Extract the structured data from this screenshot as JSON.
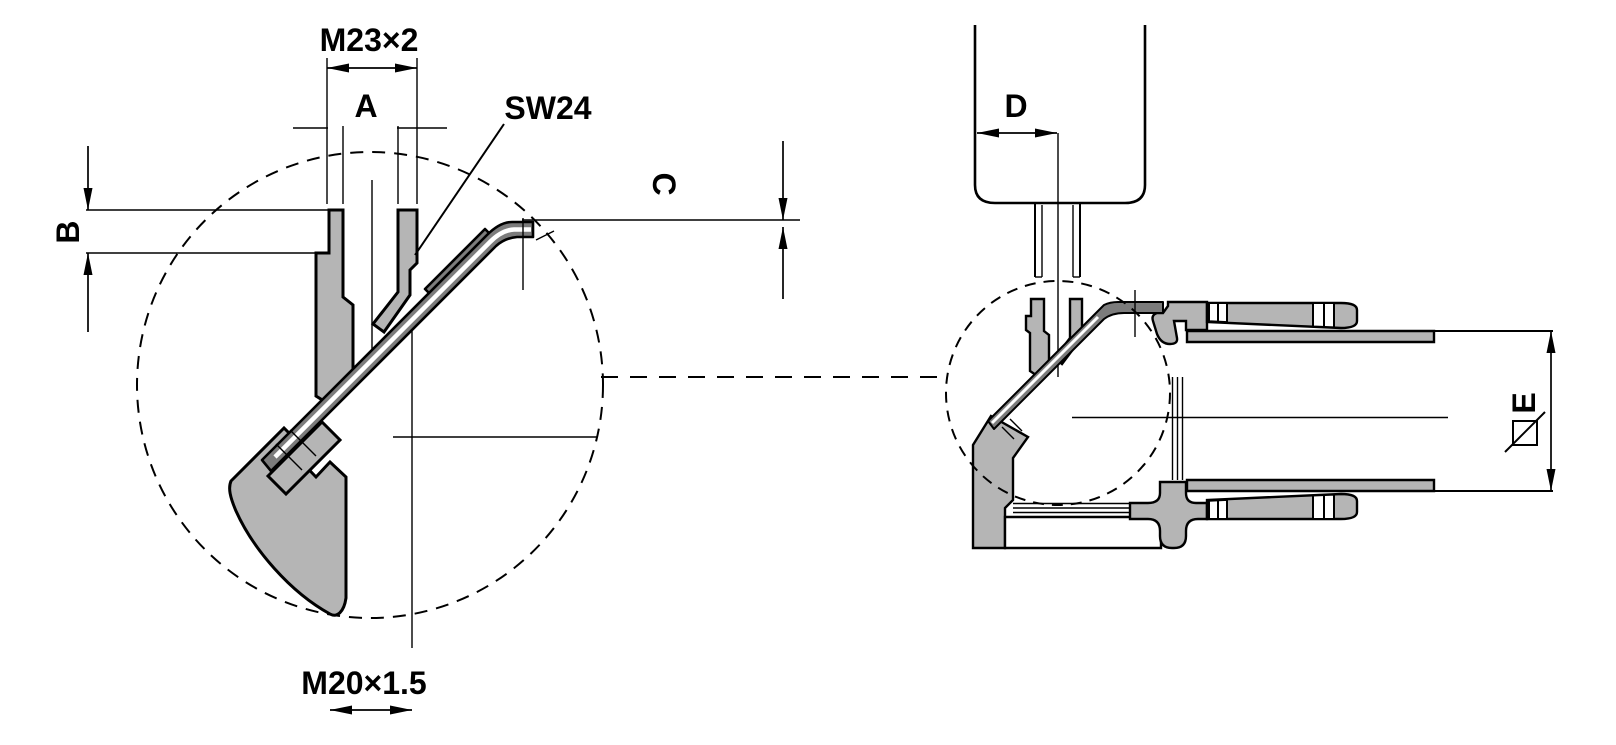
{
  "figure": {
    "type": "technical-sectional-drawing",
    "description": "Cross-section of a pipe union / injection-line fitting with enlarged detail circle (left) and full nozzle-holder assembly view (right)",
    "background_color": "#ffffff",
    "part_fill_color": "#b5b5b5",
    "pipe_fill_color": "#7c7c7c",
    "line_color": "#000000"
  },
  "detail_view": {
    "top_thread_label": "M23×2",
    "dim_a": "A",
    "wrench_size_label": "SW24",
    "dim_b": "B",
    "dim_c": "C",
    "bottom_thread_label": "M20×1.5"
  },
  "overview": {
    "dim_d": "D",
    "dim_e": "E",
    "square_symbol": "square-across-flats"
  }
}
